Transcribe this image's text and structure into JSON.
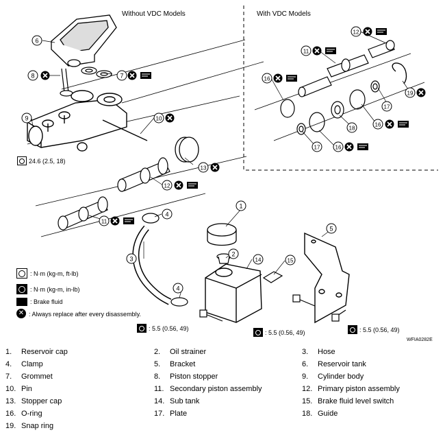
{
  "headers": {
    "without_vdc": "Without VDC Models",
    "with_vdc": "With VDC Models"
  },
  "callouts": [
    "1",
    "2",
    "3",
    "4",
    "4",
    "5",
    "6",
    "7",
    "8",
    "9",
    "10",
    "11",
    "11",
    "12",
    "12",
    "13",
    "14",
    "15",
    "16",
    "16",
    "16",
    "17",
    "17",
    "18",
    "19"
  ],
  "torque_specs": {
    "left": "24.6 (2.5, 18)",
    "bottom_left": ": 5.5 (0.56, 49)",
    "bottom_mid": ": 5.5 (0.56, 49)",
    "bottom_right": ": 5.5 (0.56, 49)"
  },
  "legend": [
    {
      "icon": "torque-ft-lb-icon",
      "text": ": N·m (kg-m, ft-lb)"
    },
    {
      "icon": "torque-in-lb-icon",
      "text": ": N·m (kg-m, in-lb)"
    },
    {
      "icon": "brake-fluid-icon",
      "text": ": Brake fluid"
    },
    {
      "icon": "replace-icon",
      "text": ": Always replace after every disassembly."
    }
  ],
  "figure_code": "WFIA0282E",
  "parts": [
    {
      "num": "1.",
      "name": "Reservoir cap"
    },
    {
      "num": "2.",
      "name": "Oil strainer"
    },
    {
      "num": "3.",
      "name": "Hose"
    },
    {
      "num": "4.",
      "name": "Clamp"
    },
    {
      "num": "5.",
      "name": "Bracket"
    },
    {
      "num": "6.",
      "name": "Reservoir tank"
    },
    {
      "num": "7.",
      "name": "Grommet"
    },
    {
      "num": "8.",
      "name": "Piston stopper"
    },
    {
      "num": "9.",
      "name": "Cylinder body"
    },
    {
      "num": "10.",
      "name": "Pin"
    },
    {
      "num": "11.",
      "name": "Secondary piston assembly"
    },
    {
      "num": "12.",
      "name": "Primary piston assembly"
    },
    {
      "num": "13.",
      "name": "Stopper cap"
    },
    {
      "num": "14.",
      "name": "Sub tank"
    },
    {
      "num": "15.",
      "name": "Brake fluid level switch"
    },
    {
      "num": "16.",
      "name": "O-ring"
    },
    {
      "num": "17.",
      "name": "Plate"
    },
    {
      "num": "18.",
      "name": "Guide"
    },
    {
      "num": "19.",
      "name": "Snap ring"
    }
  ]
}
